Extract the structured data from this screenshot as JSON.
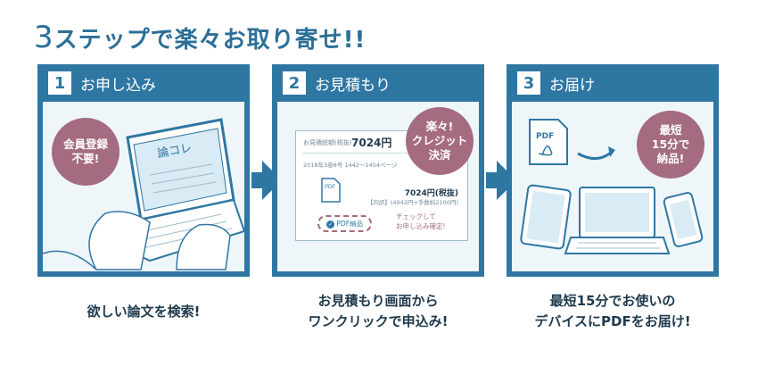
{
  "title": {
    "num": "3",
    "text": "ステップで楽々お取り寄せ!!"
  },
  "steps": [
    {
      "num": "1",
      "label": "お申し込み",
      "caption_lines": [
        "欲しい論文を検索!"
      ],
      "badge_lines": [
        "会員登録",
        "不要!"
      ],
      "screen_text": "論コレ"
    },
    {
      "num": "2",
      "label": "お見積もり",
      "caption_lines": [
        "お見積もり画面から",
        "ワンクリックで申込み!"
      ],
      "badge_lines": [
        "楽々!",
        "クレジット",
        "決済"
      ]
    },
    {
      "num": "3",
      "label": "お届け",
      "caption_lines": [
        "最短15分でお使いの",
        "デバイスにPDFをお届け!"
      ],
      "badge_lines": [
        "最短",
        "15分で",
        "納品!"
      ]
    }
  ],
  "estimate": {
    "label": "お見積総額(税抜)",
    "price": "7024円",
    "meta": "2018年3巻8号  1442〜1454ページ",
    "tax_line": "7024円(税抜)",
    "breakdown": "【内訳】(4942円+手数料2100円)",
    "pdf_pill": "PDF納品",
    "note_lines": [
      "チェックして",
      "お申し込み確定!"
    ]
  },
  "pdf_icon_label": "PDF",
  "colors": {
    "primary": "#2f77a3",
    "badge": "#a56b80",
    "panel_bg": "#eef6fa"
  },
  "icons": [
    "pdf-file-icon",
    "curved-arrow-icon",
    "tablet-icon",
    "laptop-icon",
    "smartphone-icon",
    "laptop-typing-illustration"
  ]
}
